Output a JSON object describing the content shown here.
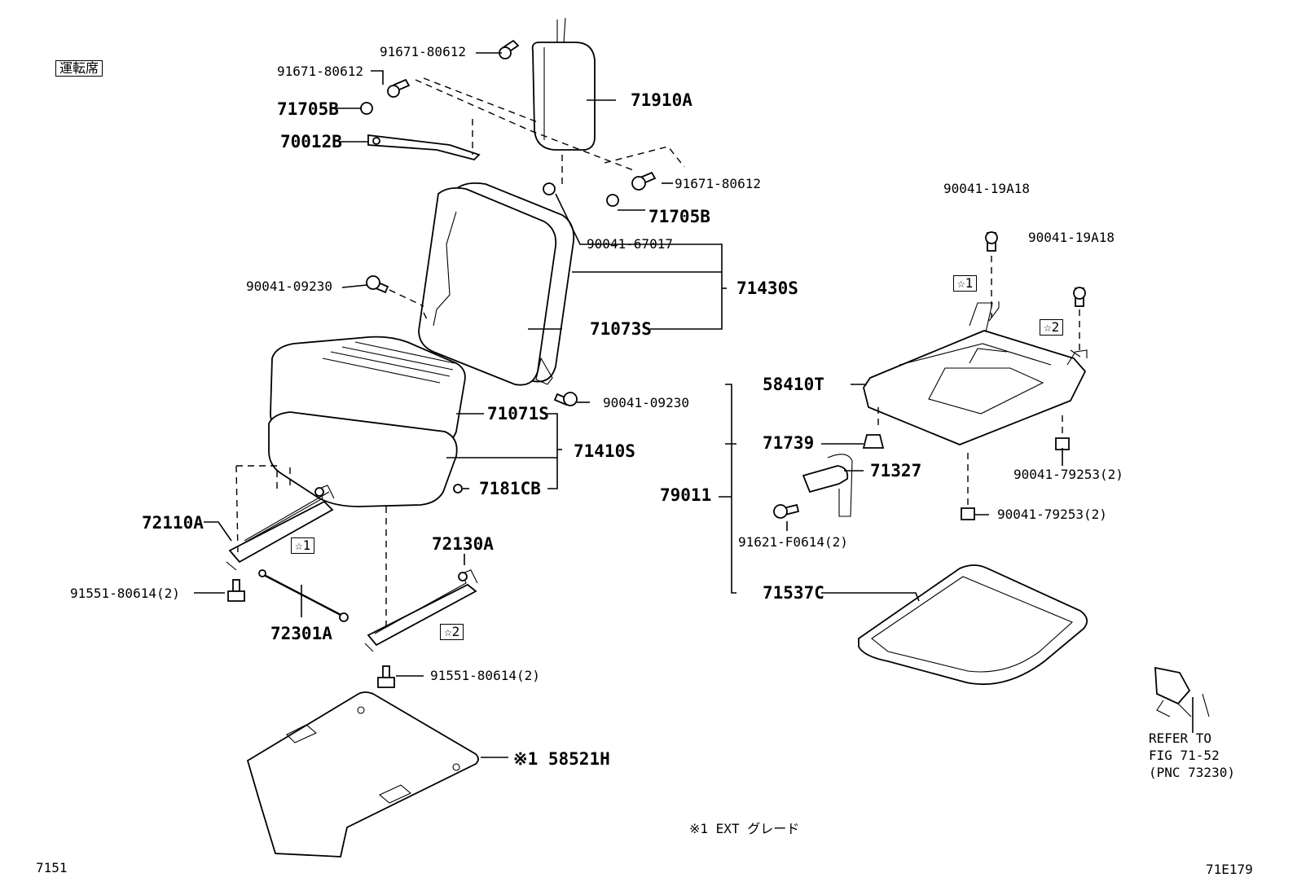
{
  "header": {
    "seat_tag": "運転席"
  },
  "labels": {
    "p91671_a": "91671-80612",
    "p91671_b": "91671-80612",
    "p91671_c": "91671-80612",
    "p71705b_a": "71705B",
    "p71705b_b": "71705B",
    "p70012b": "70012B",
    "p71910a": "71910A",
    "p90041_67017": "90041-67017",
    "p71430s": "71430S",
    "p90041_09230_a": "90041-09230",
    "p90041_09230_b": "90041-09230",
    "p71073s": "71073S",
    "p71071s": "71071S",
    "p71410s": "71410S",
    "p7181cb": "7181CB",
    "p72110a": "72110A",
    "p72130a": "72130A",
    "p91551_a": "91551-80614(2)",
    "p91551_b": "91551-80614(2)",
    "p72301a": "72301A",
    "p58521h": "※1 58521H",
    "p90041_19a18_a": "90041-19A18",
    "p90041_19a18_b": "90041-19A18",
    "p58410t": "58410T",
    "p71739": "71739",
    "p71327": "71327",
    "p79011": "79011",
    "p91621": "91621-F0614(2)",
    "p90041_79253_a": "90041-79253(2)",
    "p90041_79253_b": "90041-79253(2)",
    "p71537c": "71537C",
    "star1_a": "☆1",
    "star1_b": "☆1",
    "star2_a": "☆2",
    "star2_b": "☆2"
  },
  "reference": "REFER TO\nFIG 71-52\n(PNC 73230)",
  "footnote": "※1 EXT  グレード",
  "footer": {
    "left_code": "7151",
    "right_code": "71E179"
  }
}
